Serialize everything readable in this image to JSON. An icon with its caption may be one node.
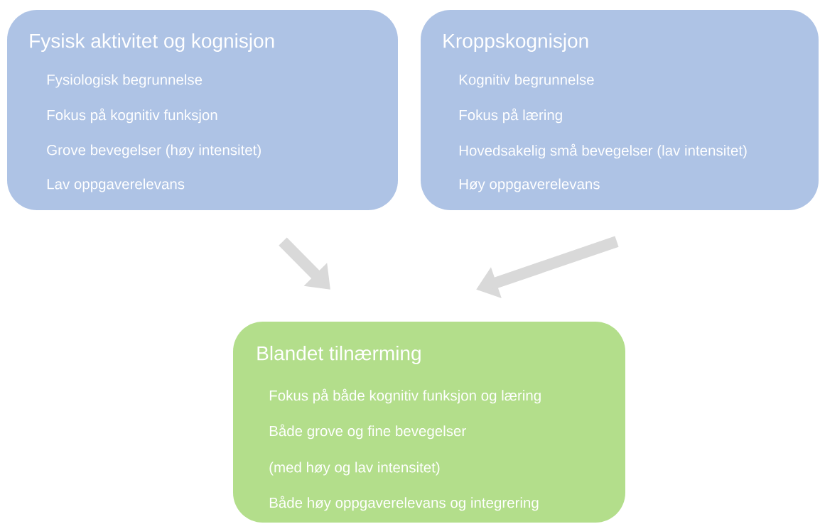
{
  "diagram": {
    "nodes": [
      {
        "text": [
          "Fysisk aktivitet og kognisjon",
          "Fysiologisk begrunnelse",
          "Fokus på kognitiv funksjon",
          "Grove bevegelser (høy intensitet)",
          "Lav oppgaverelevans"
        ]
      },
      {
        "text": [
          "Kroppskognisjon",
          "Kognitiv begrunnelse",
          "Fokus på læring",
          "Hovedsakelig små bevegelser (lav intensitet)",
          "Høy oppgaverelevans"
        ]
      },
      {
        "text": [
          "Blandet tilnærming",
          "Fokus på både kognitiv funksjon og læring",
          "Både grove og fine bevegelser",
          "(med høy og lav intensitet)",
          "Både høy oppgaverelevans og integrering"
        ]
      }
    ],
    "edges": [
      {
        "from": 0,
        "to": 2,
        "arrow": "to"
      },
      {
        "from": 1,
        "to": 2,
        "arrow": "to"
      }
    ]
  }
}
